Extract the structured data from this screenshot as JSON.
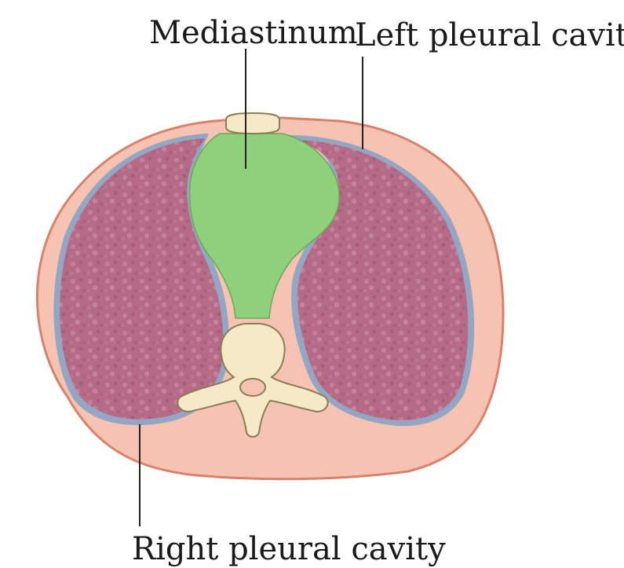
{
  "labels": {
    "mediastinum": "Mediastinum",
    "left_pleural_cavity": "Left pleural cavity",
    "right_pleural_cavity": "Right pleural cavity"
  },
  "colors": {
    "body_wall_fill": "#f6c3b3",
    "body_wall_stroke": "#d9826b",
    "pleural_lining": "#93a7c4",
    "lung_fill": "#b56a86",
    "mediastinum_fill": "#8fd07a",
    "bone_fill": "#f5e9c7",
    "bone_stroke": "#8a7d55",
    "leader_line": "#222222"
  }
}
